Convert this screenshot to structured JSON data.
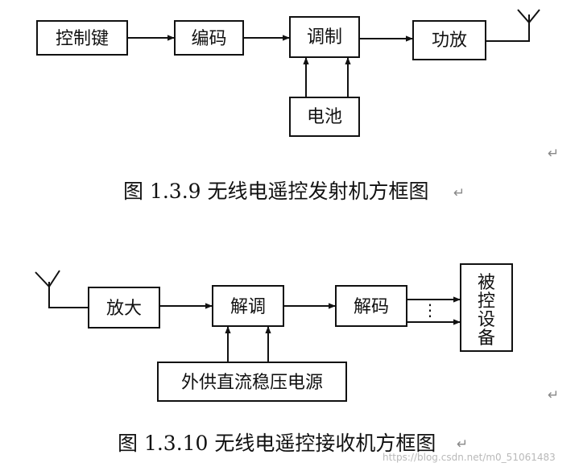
{
  "transmitter": {
    "blocks": {
      "keys": "控制键",
      "encoder": "编码",
      "modulator": "调制",
      "amplifier": "功放",
      "battery": "电池"
    },
    "caption": "图 1.3.9  无线电遥控发射机方框图"
  },
  "receiver": {
    "blocks": {
      "amplifier": "放大",
      "demodulator": "解调",
      "decoder": "解码",
      "controlled_device": "被控设备",
      "power_supply": "外供直流稳压电源"
    },
    "output_dots": "⋮",
    "caption": "图 1.3.10  无线电遥控接收机方框图"
  },
  "paragraph_mark": "↵",
  "watermark": "https://blog.csdn.net/m0_51061483"
}
